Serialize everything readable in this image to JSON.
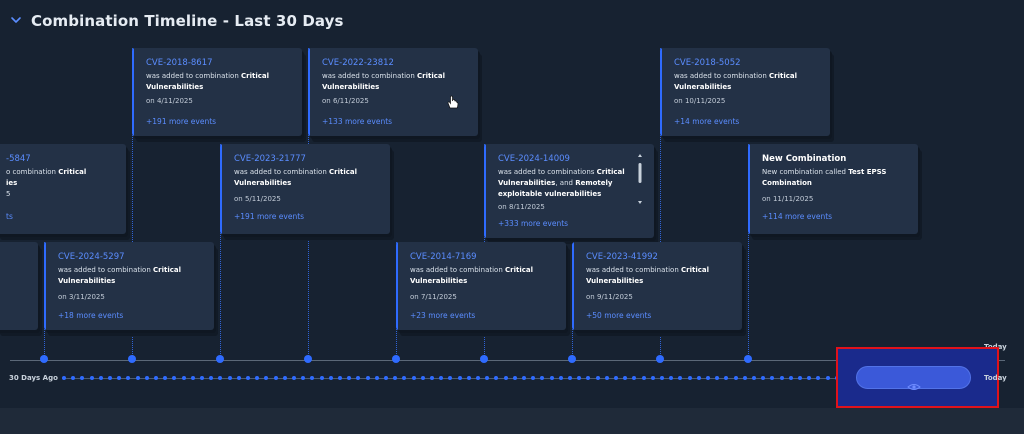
{
  "header": {
    "title": "Combination Timeline - Last 30 Days",
    "toggle_icon": "chevron-down-icon"
  },
  "cards": [
    {
      "cve": "CVE-2018-8617",
      "desc": "was added to combination <b>Critical Vulnerabilities</b>",
      "date": "on 4/11/2025",
      "more": "+191 more events"
    },
    {
      "cve": "CVE-2022-23812",
      "desc": "was added to combination <b>Critical Vulnerabilities</b>",
      "date": "on 6/11/2025",
      "more": "+133 more events"
    },
    {
      "cve": "CVE-2018-5052",
      "desc": "was added to combination <b>Critical Vulnerabilities</b>",
      "date": "on 10/11/2025",
      "more": "+14 more events"
    },
    {
      "cve": "-5847",
      "desc": "o combination <b>Critical</b><br><b>ies</b><br>5",
      "date": "",
      "more": "ts"
    },
    {
      "cve": "CVE-2023-21777",
      "desc": "was added to combination <b>Critical Vulnerabilities</b>",
      "date": "on 5/11/2025",
      "more": "+191 more events"
    },
    {
      "cve": "CVE-2024-14009",
      "desc": "was added to combinations <b>Critical Vulnerabilities</b>, and <b>Remotely exploitable vulnerabilities</b>",
      "date": "on 8/11/2025",
      "more": "+333 more events"
    },
    {
      "cve": "New Combination",
      "desc": "New combination called <b>Test EPSS Combination</b>",
      "date": "on 11/11/2025",
      "more": "+114 more events"
    },
    {
      "cve": "CVE-2024-5297",
      "desc": "was added to combination <b>Critical Vulnerabilities</b>",
      "date": "on 3/11/2025",
      "more": "+18 more events"
    },
    {
      "cve": "CVE-2014-7169",
      "desc": "was added to combination <b>Critical Vulnerabilities</b>",
      "date": "on 7/11/2025",
      "more": "+23 more events"
    },
    {
      "cve": "CVE-2023-41992",
      "desc": "was added to combination <b>Critical Vulnerabilities</b>",
      "date": "on 9/11/2025",
      "more": "+50 more events"
    }
  ],
  "timeline": {
    "start_label": "30 Days Ago",
    "end_label_main": "Today",
    "end_label_mini": "Today"
  },
  "colors": {
    "accent": "#2f6bff",
    "selection_border": "#e0121b"
  }
}
